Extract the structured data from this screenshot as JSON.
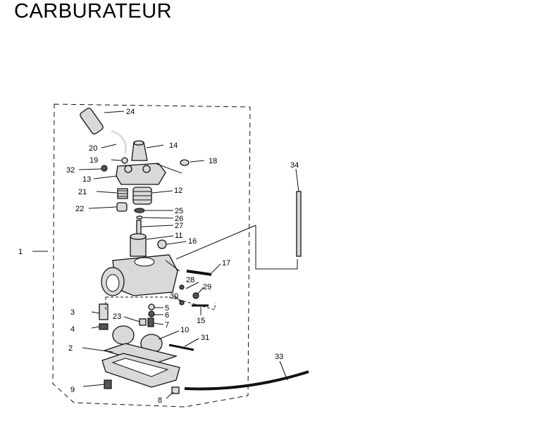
{
  "title": "CARBURATEUR",
  "labels": {
    "l1": "1",
    "l2": "2",
    "l3": "3",
    "l4": "4",
    "l5": "5",
    "l6": "6",
    "l7": "7",
    "l8": "8",
    "l9": "9",
    "l10": "10",
    "l11": "11",
    "l12": "12",
    "l13": "13",
    "l14": "14",
    "l15": "15",
    "l16": "16",
    "l17": "17",
    "l18": "18",
    "l19": "19",
    "l20": "20",
    "l21": "21",
    "l22": "22",
    "l23": "23",
    "l24": "24",
    "l25": "25",
    "l26": "26",
    "l27": "27",
    "l28": "28",
    "l29": "29",
    "l30": "30",
    "l31": "31",
    "l32": "32",
    "l33": "33",
    "l34": "34"
  }
}
